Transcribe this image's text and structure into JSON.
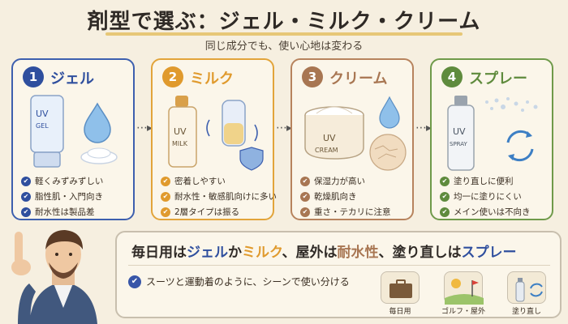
{
  "title": "剤型で選ぶ：ジェル・ミルク・クリーム",
  "subtitle": "同じ成分でも、使い心地は変わる",
  "cards": [
    {
      "num": "1",
      "title": "ジェル",
      "color": "#3d5fae",
      "num_bg": "#2f4f9e",
      "product": "UV GEL",
      "points": [
        "軽くみずみずしい",
        "脂性肌・入門向き",
        "耐水性は製品差"
      ]
    },
    {
      "num": "2",
      "title": "ミルク",
      "color": "#e2a43a",
      "num_bg": "#e09a2d",
      "product": "UV MILK",
      "points": [
        "密着しやすい",
        "耐水性・敏感肌向けに多い",
        "2層タイプは振る"
      ]
    },
    {
      "num": "3",
      "title": "クリーム",
      "color": "#b7835d",
      "num_bg": "#a87652",
      "product": "UV CREAM",
      "points": [
        "保湿力が高い",
        "乾燥肌向き",
        "重さ・テカリに注意"
      ]
    },
    {
      "num": "4",
      "title": "スプレー",
      "color": "#6f9a4a",
      "num_bg": "#5f8b3d",
      "product": "UV SPRAY",
      "points": [
        "塗り直しに便利",
        "均一に塗りにくい",
        "メイン使いは不向き"
      ]
    }
  ],
  "arrow": "⋯▸",
  "summary": {
    "headline_parts": [
      {
        "text": "毎日用は",
        "color": "#2f2a26"
      },
      {
        "text": "ジェル",
        "color": "#2f4f9e"
      },
      {
        "text": "か",
        "color": "#2f2a26"
      },
      {
        "text": "ミルク",
        "color": "#e09a2d"
      },
      {
        "text": "、屋外は",
        "color": "#2f2a26"
      },
      {
        "text": "耐水性",
        "color": "#a87652"
      },
      {
        "text": "、塗り直しは",
        "color": "#2f2a26"
      },
      {
        "text": "スプレー",
        "color": "#2f4f9e"
      }
    ],
    "note": "スーツと運動着のように、シーンで使い分ける",
    "scenes": [
      "毎日用",
      "ゴルフ・屋外",
      "塗り直し"
    ]
  }
}
